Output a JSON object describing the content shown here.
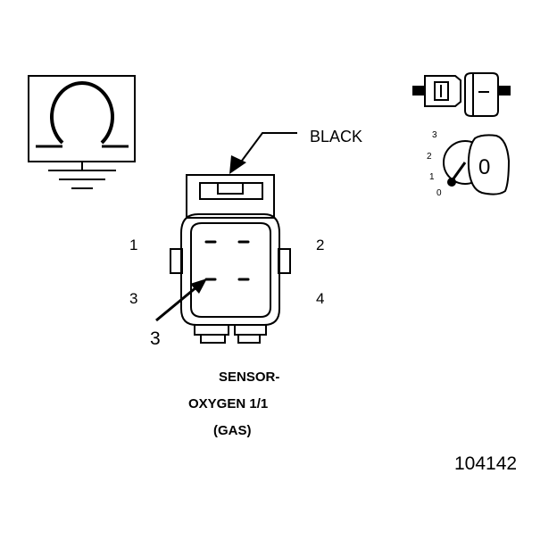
{
  "wire_color_label": "BLACK",
  "pins": [
    "1",
    "2",
    "3",
    "4"
  ],
  "pointer_label": "3",
  "component_title": [
    "SENSOR-",
    "OXYGEN 1/1",
    "(GAS)"
  ],
  "key_positions": [
    "3",
    "2",
    "1",
    "0"
  ],
  "key_label": "0",
  "figure_number": "104142",
  "icons": {
    "ohmmeter": "ohmmeter-ground-icon",
    "connector": "disconnected-connector-icon",
    "ignition": "ignition-key-off-icon"
  }
}
